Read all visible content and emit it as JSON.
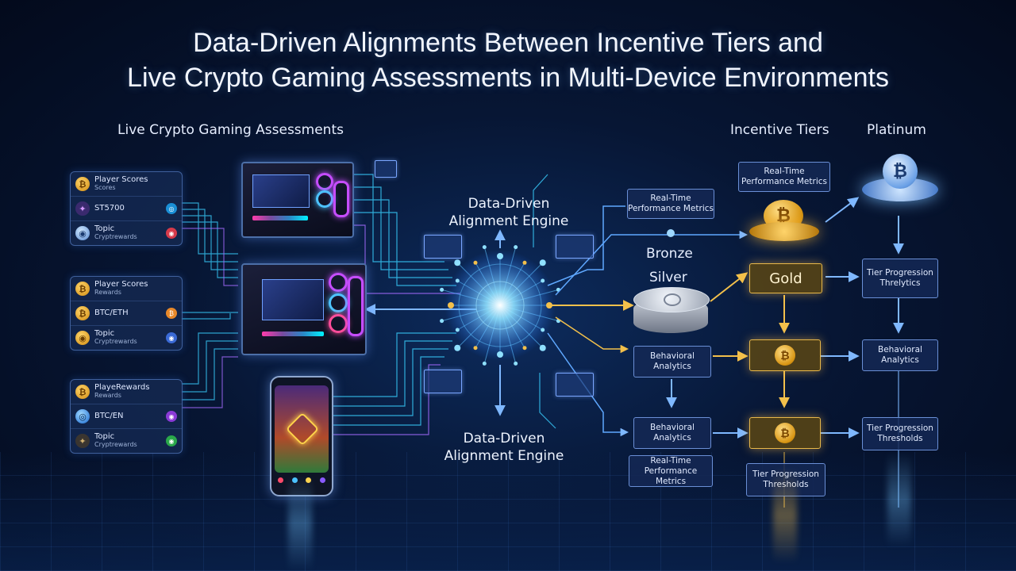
{
  "title": {
    "line1": "Data-Driven Alignments Between Incentive Tiers and",
    "line2": "Live Crypto Gaming Assessments in Multi-Device Environments"
  },
  "left_section_label": "Live Crypto Gaming Assessments",
  "panels": [
    {
      "rows": [
        {
          "main": "Player Scores",
          "sub": "Scores",
          "coin": "₿",
          "badge": ""
        },
        {
          "main": "ST5700",
          "sub": "",
          "coin": "✦",
          "badge": "◎"
        },
        {
          "main": "Topic",
          "sub": "Cryptrewards",
          "coin": "◉",
          "badge": "◉"
        }
      ]
    },
    {
      "rows": [
        {
          "main": "Player Scores",
          "sub": "Rewards",
          "coin": "₿",
          "badge": ""
        },
        {
          "main": "BTC/ETH",
          "sub": "",
          "coin": "₿",
          "badge": "₿"
        },
        {
          "main": "Topic",
          "sub": "Cryptrewards",
          "coin": "◉",
          "badge": "◉"
        }
      ]
    },
    {
      "rows": [
        {
          "main": "PlayeRewards",
          "sub": "Rewards",
          "coin": "₿",
          "badge": ""
        },
        {
          "main": "BTC/EN",
          "sub": "",
          "coin": "◎",
          "badge": "◉"
        },
        {
          "main": "Topic",
          "sub": "Cryptrewards",
          "coin": "✦",
          "badge": "◉"
        }
      ]
    }
  ],
  "engine": {
    "top_line1": "Data-Driven",
    "top_line2": "Alignment Engine",
    "bottom_line1": "Data-Driven",
    "bottom_line2": "Alignment Engine"
  },
  "tier_labels": {
    "incentive_tiers": "Incentive Tiers",
    "platinum": "Platinum",
    "bronze": "Bronze",
    "silver": "Silver",
    "gold": "Gold"
  },
  "boxes": {
    "rt_perf_top": "Real-Time Performance Metrics",
    "rt_perf_mid": "Real-Time Performance Metrics",
    "rt_perf_bottom": "Real-Time Performance Metrics",
    "behavioral_1": "Behavioral Analytics",
    "behavioral_2": "Behavioral Analytics",
    "behavioral_3": "Behavioral Analytics",
    "tier_prog_1": "Tier Progression Threlytics",
    "tier_prog_2": "Tier Progression Thresholds",
    "tier_prog_3": "Tier Progression Thresholds"
  },
  "coin_symbol": "₿",
  "colors": {
    "accent_blue": "#4fb4ff",
    "wire_cyan": "#39d0ff",
    "wire_violet": "#a56bff",
    "gold": "#f0b93a",
    "box_border": "#6a8fd6"
  }
}
